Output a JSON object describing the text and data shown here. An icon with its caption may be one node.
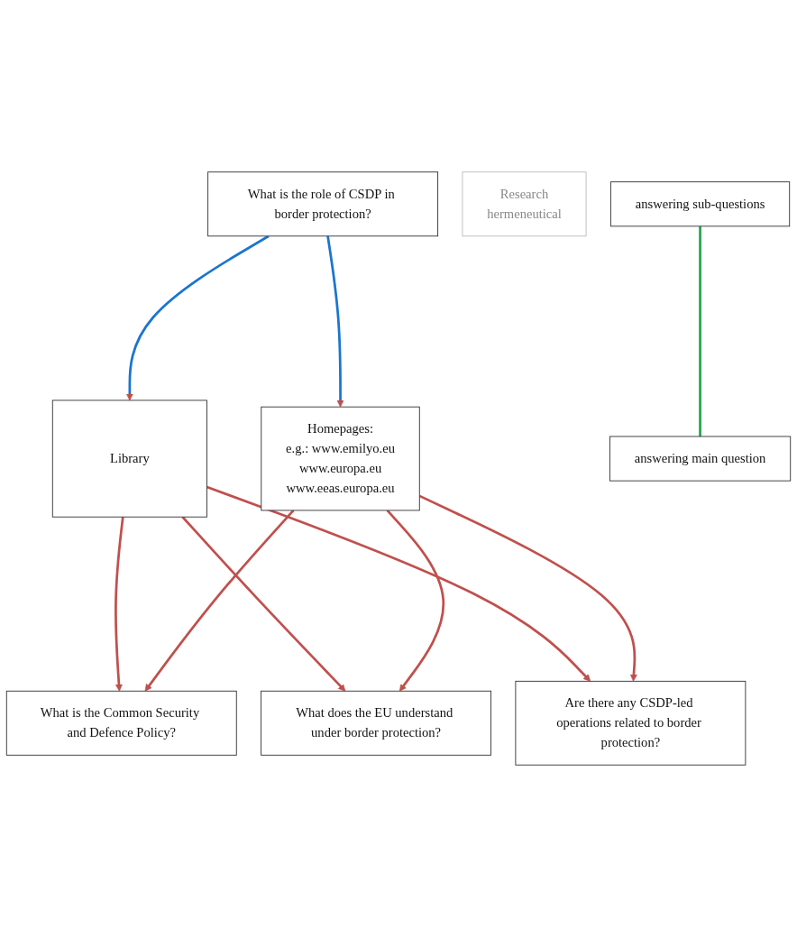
{
  "diagram": {
    "nodes": [
      {
        "text": [
          "What is the role of CSDP in border protection?"
        ]
      },
      {
        "text": [
          "Library"
        ]
      },
      {
        "text": [
          "Homepages:",
          "e.g.: www.emilyo.eu",
          "www.europa.eu",
          "www.eeas.europa.eu"
        ]
      },
      {
        "text": [
          "Research",
          "hermeneutical"
        ]
      },
      {
        "text": [
          "What is the Common Security and Defence Policy?"
        ]
      },
      {
        "text": [
          "What does the EU understand under border protection?"
        ]
      },
      {
        "text": [
          "Are there any CSDP-led operations related to border protection?"
        ]
      },
      {
        "text": [
          "answering sub-questions"
        ]
      },
      {
        "text": [
          "answering main question"
        ]
      }
    ],
    "edges": [
      {
        "from": 0,
        "to": 1,
        "arrow": "to",
        "color": "#1a75cf"
      },
      {
        "from": 0,
        "to": 2,
        "arrow": "to",
        "color": "#1a75cf"
      },
      {
        "from": 1,
        "to": 4,
        "arrow": "to"
      },
      {
        "from": 1,
        "to": 5,
        "arrow": "to"
      },
      {
        "from": 1,
        "to": 6,
        "arrow": "to"
      },
      {
        "from": 2,
        "to": 4,
        "arrow": "to"
      },
      {
        "from": 2,
        "to": 5,
        "arrow": "to"
      },
      {
        "from": 2,
        "to": 6,
        "arrow": "to"
      },
      {
        "from": 7,
        "to": 8,
        "arrow": "none",
        "color": "#1fa84a"
      }
    ]
  }
}
